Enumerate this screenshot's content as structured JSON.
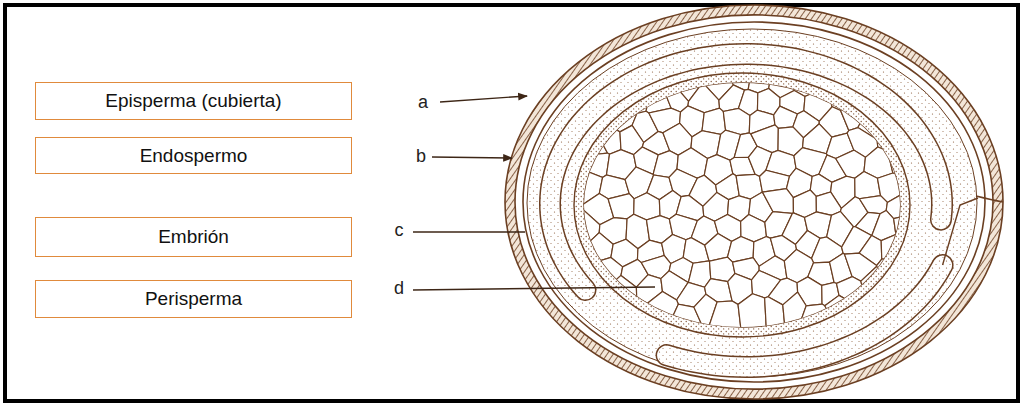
{
  "diagram": {
    "nodes": [
      {
        "text": [
          "Episperma (cubierta)"
        ]
      },
      {
        "text": [
          "Endospermo"
        ]
      },
      {
        "text": [
          "Embrión"
        ]
      },
      {
        "text": [
          "Perisperma"
        ]
      }
    ],
    "labels": [
      "a",
      "b",
      "c",
      "d"
    ]
  }
}
